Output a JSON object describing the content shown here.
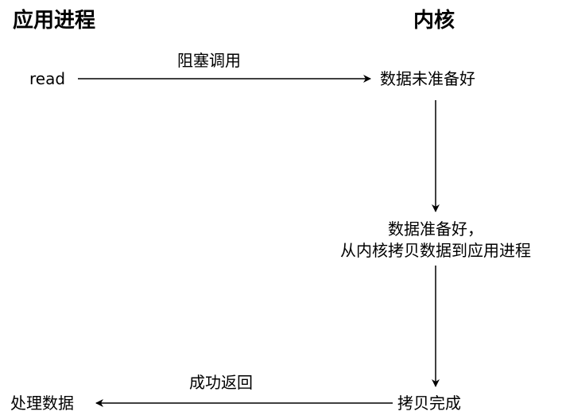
{
  "headings": {
    "app_process": "应用进程",
    "kernel": "内核"
  },
  "nodes": {
    "read": "read",
    "data_not_ready": "数据未准备好",
    "data_ready_line1": "数据准备好，",
    "data_ready_line2": "从内核拷贝数据到应用进程",
    "copy_done": "拷贝完成",
    "process_data": "处理数据"
  },
  "edges": {
    "blocking_call": "阻塞调用",
    "return_success": "成功返回"
  },
  "colors": {
    "line": "#000000",
    "text": "#000000",
    "background": "#ffffff"
  }
}
